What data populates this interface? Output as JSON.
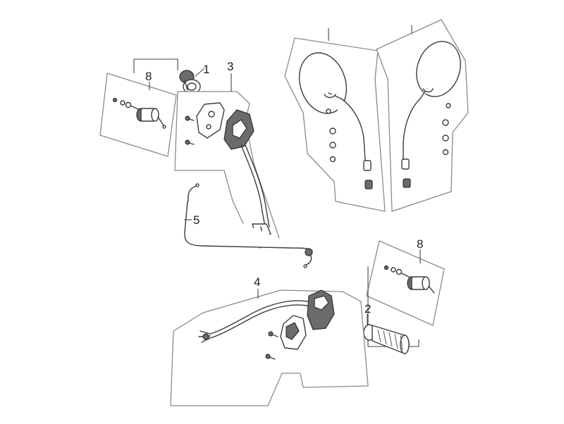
{
  "diagram": {
    "callouts": {
      "c1": "1",
      "c2": "2",
      "c3": "3",
      "c4": "4",
      "c5": "5",
      "c8_top": "8",
      "c8_right": "8"
    }
  },
  "colors": {
    "background": "#ffffff",
    "panel_outline": "#8a8a8a",
    "part_outline": "#3c3c3c",
    "part_fill_dark": "#6b6b6b"
  }
}
